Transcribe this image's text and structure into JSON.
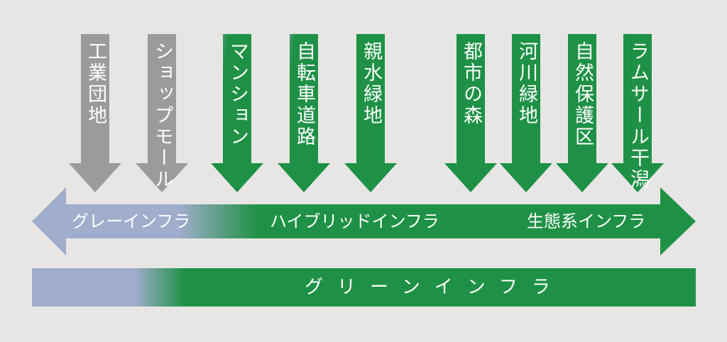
{
  "colors": {
    "background": "#e7e6e4",
    "gray": "#9c9b9b",
    "green": "#1e9146",
    "blue_gray": "#a1adcc",
    "text": "#ffffff"
  },
  "down_arrows": [
    {
      "label": "工業団地",
      "style": "gray"
    },
    {
      "label": "ショップモール",
      "style": "gray"
    },
    {
      "label": "マンション",
      "style": "gradient"
    },
    {
      "label": "自転車道路",
      "style": "gradient"
    },
    {
      "label": "親水緑地",
      "style": "green"
    },
    {
      "label": "都市の森",
      "style": "green"
    },
    {
      "label": "河川緑地",
      "style": "green"
    },
    {
      "label": "自然保護区",
      "style": "green"
    },
    {
      "label": "ラムサール干潟",
      "style": "green"
    }
  ],
  "spectrum_arrow": {
    "left_label": "グレーインフラ",
    "center_label": "ハイブリッドインフラ",
    "right_label": "生態系インフラ"
  },
  "bottom_bar": {
    "label": "グリーンインフラ"
  }
}
